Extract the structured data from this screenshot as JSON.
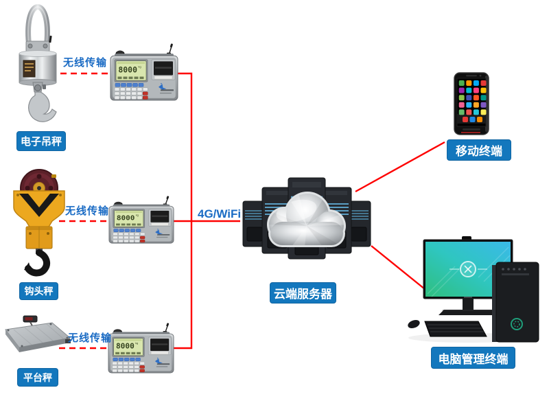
{
  "page": {
    "background": "#ffffff"
  },
  "palette": {
    "label_bg": "#1377bd",
    "label_text": "#ffffff",
    "link_text_blue": "#1a6bc4",
    "connection_red": "#fe0000",
    "indicator_lcd_green": "#d9e6ae",
    "monitor_screen_teal": "#31c08b"
  },
  "nodes": {
    "crane_scale": {
      "label": "电子吊秤"
    },
    "hook_scale": {
      "label": "钩头秤"
    },
    "platform_scale": {
      "label": "平台秤"
    },
    "indicator": {
      "display_value": "8000",
      "display_unit": "kg"
    },
    "cloud_server": {
      "label": "云端服务器"
    },
    "mobile_terminal": {
      "label": "移动终端",
      "app_icon_colors": [
        "#4caf50",
        "#ff9800",
        "#03a9f4",
        "#e53935",
        "#9c27b0",
        "#00bcd4",
        "#ff4081",
        "#ffc107",
        "#8bc34a",
        "#3f51b5",
        "#ff5722",
        "#009688",
        "#f06292",
        "#29b6f6",
        "#ffa726",
        "#7e57c2",
        "#66bb6a",
        "#ef5350",
        "#26c6da",
        "#ffee58"
      ],
      "dock_icon_colors": [
        "#e53935",
        "#1e88e5",
        "#fb8c00"
      ]
    },
    "computer_terminal": {
      "label": "电脑管理终端"
    }
  },
  "links": {
    "wireless": "无线传输",
    "uplink": "4G/WiFi"
  }
}
